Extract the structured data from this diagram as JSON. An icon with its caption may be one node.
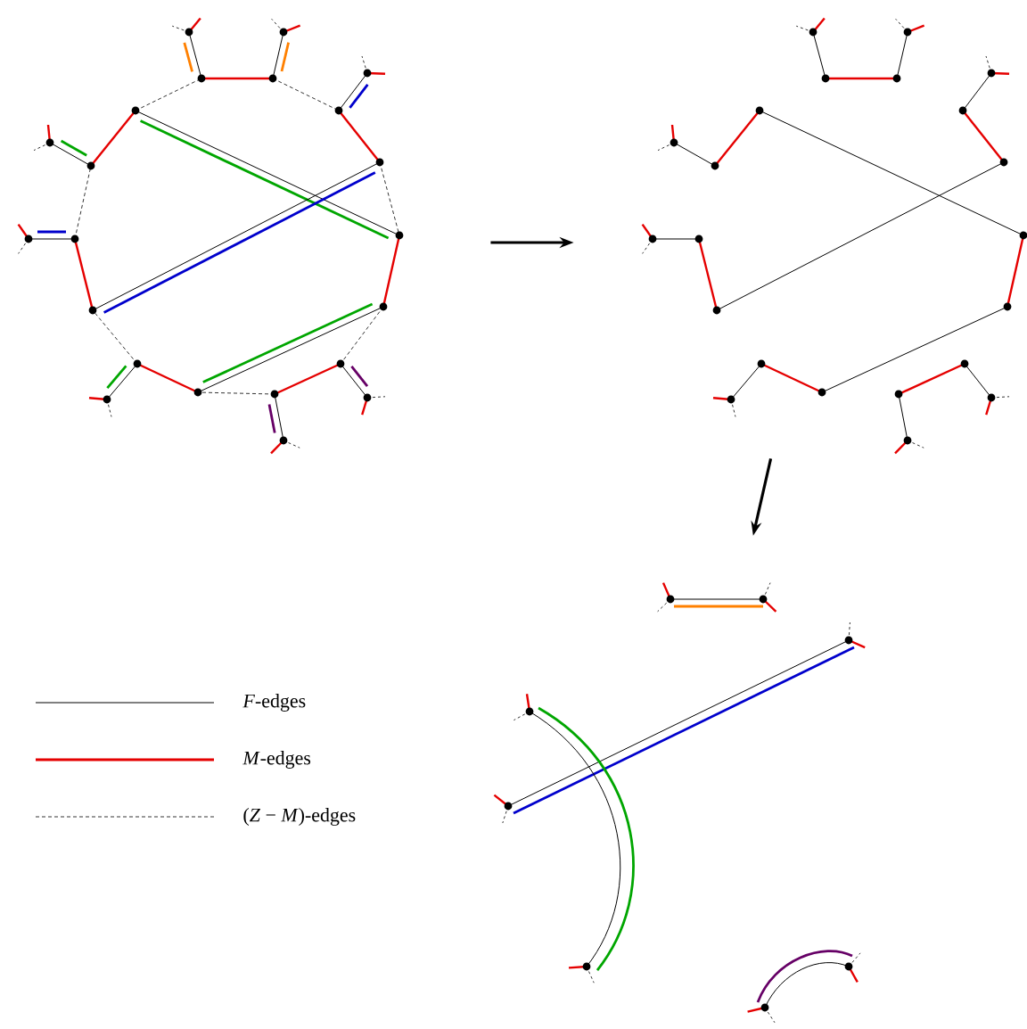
{
  "diagram": {
    "nodes": [
      {
        "text": [],
        "shape": "picture"
      },
      {
        "text": [],
        "shape": "picture"
      },
      {
        "text": [],
        "shape": "picture"
      }
    ],
    "edges": [
      {
        "from": 0,
        "to": 1,
        "arrow": "to"
      },
      {
        "from": 1,
        "to": 2,
        "arrow": "to"
      }
    ],
    "legend": [
      {
        "text": "*F*-edges"
      },
      {
        "text": "*M*-edges"
      },
      {
        "text": "(*Z* − *M*)-edges"
      }
    ]
  }
}
